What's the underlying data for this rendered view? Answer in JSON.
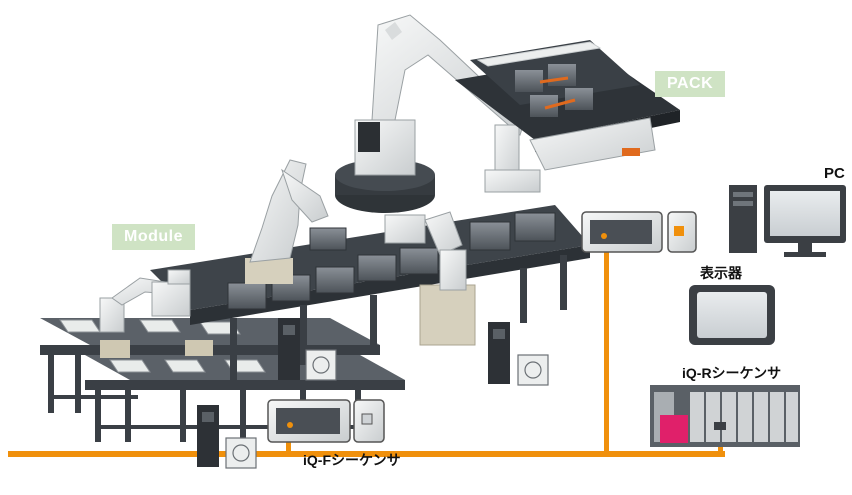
{
  "labels": {
    "module": "Module",
    "pack": "PACK",
    "pc": "PC",
    "display": "表示器",
    "iq_r": "iQ-Rシーケンサ",
    "iq_f": "iQ-Fシーケンサ"
  },
  "colors": {
    "network": "#f0900c",
    "badge_bg": "#cfe3c4",
    "badge_text": "#ffffff",
    "frame": "#3a3f45",
    "module_gray": "#6d7279",
    "robot_white": "#eceeee",
    "pcb_pink": "#e0206a"
  },
  "icons": {
    "pc": "desktop-computer-icon",
    "display": "hmi-display-icon",
    "plc_r": "iq-r-plc-rack-icon",
    "plc_f": "iq-f-plc-icon",
    "servo": "servo-amplifier-icon",
    "motor": "servo-motor-icon"
  }
}
